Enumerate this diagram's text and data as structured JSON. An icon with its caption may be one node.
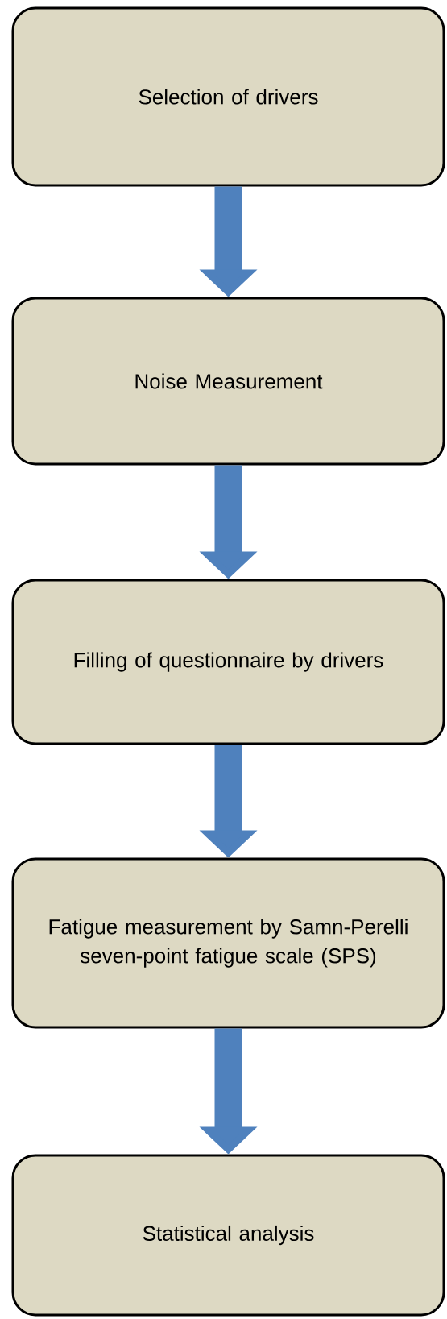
{
  "diagram": {
    "nodes": [
      {
        "text": [
          "Selection of drivers"
        ]
      },
      {
        "text": [
          "Noise Measurement"
        ]
      },
      {
        "text": [
          "Filling of questionnaire by drivers"
        ]
      },
      {
        "text": [
          "Fatigue measurement by Samn-Perelli seven-point fatigue scale (SPS)"
        ]
      },
      {
        "text": [
          "Statistical analysis"
        ]
      }
    ],
    "edges": [
      {
        "from": 0,
        "to": 1,
        "arrow": "to"
      },
      {
        "from": 1,
        "to": 2,
        "arrow": "to"
      },
      {
        "from": 2,
        "to": 3,
        "arrow": "to"
      },
      {
        "from": 3,
        "to": 4,
        "arrow": "to"
      }
    ]
  }
}
